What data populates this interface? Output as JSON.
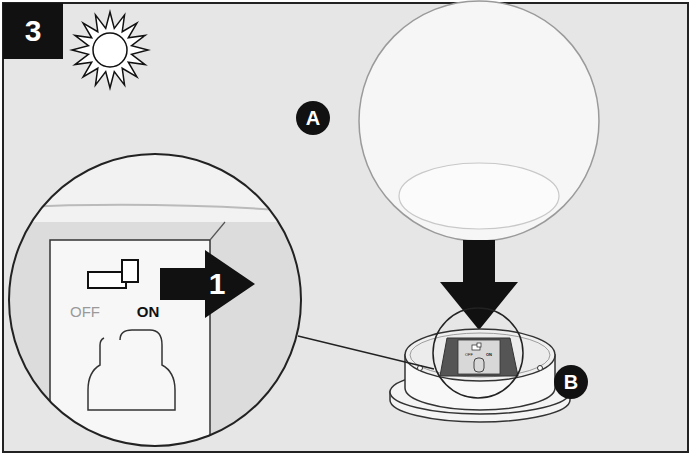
{
  "diagram": {
    "labels": [
      "3",
      "A",
      "B",
      "1",
      "OFF",
      "ON",
      "OFF",
      "ON"
    ]
  }
}
